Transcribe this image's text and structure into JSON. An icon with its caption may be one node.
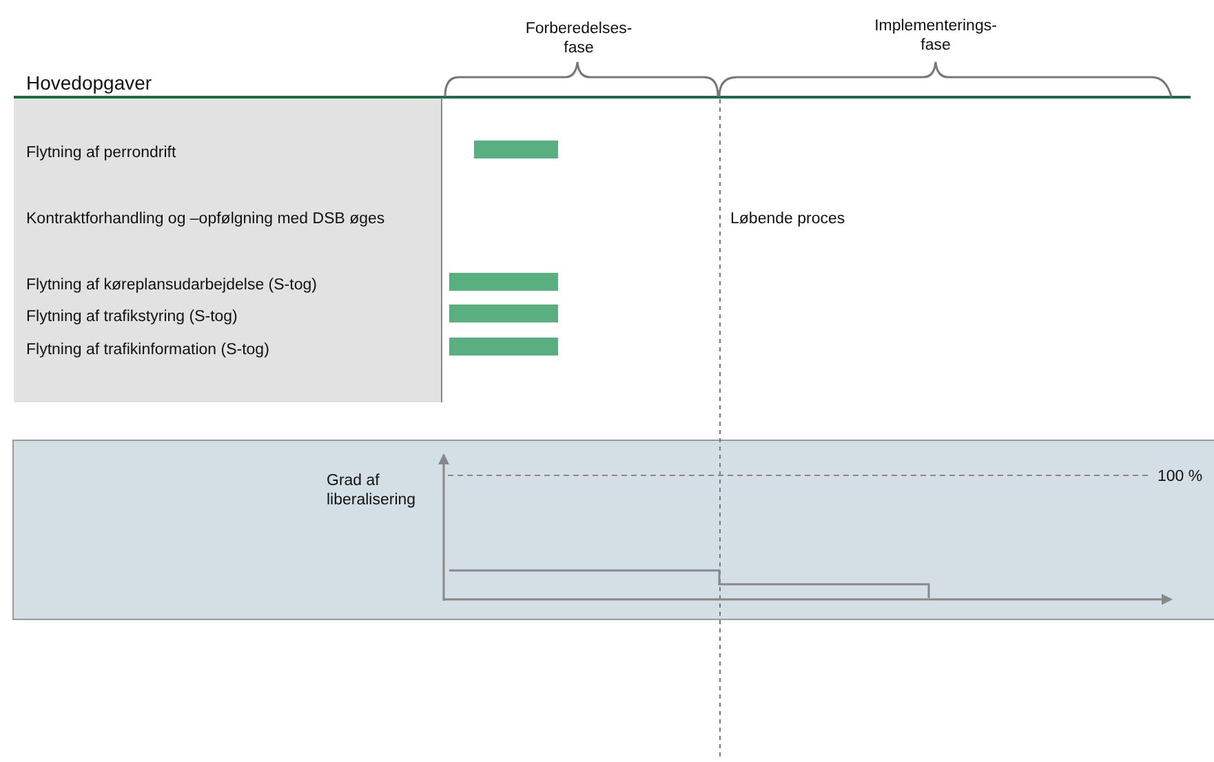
{
  "diagram": {
    "labels": [
      "Forberedelses- fase",
      "Implementerings- fase",
      "Hovedopgaver",
      "Flytning af perrondrift",
      "Kontraktforhandling og –opfølgning med DSB øges",
      "Løbende proces",
      "Flytning af køreplansudarbejdelse (S-tog)",
      "Flytning af trafikstyring (S-tog)",
      "Flytning af trafikinformation (S-tog)",
      "Grad af liberalisering",
      "100 %"
    ]
  }
}
